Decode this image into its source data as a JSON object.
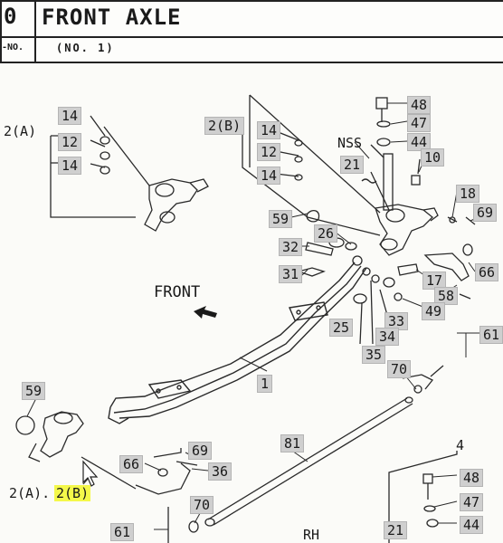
{
  "header": {
    "sheet_number": "0",
    "no_label": "-NO.",
    "title": "FRONT AXLE",
    "subtitle": "(NO. 1)"
  },
  "direction_label": "FRONT",
  "callouts": [
    {
      "id": "c-2a-top",
      "text": "2(A)",
      "boxed": false
    },
    {
      "id": "c-14-a",
      "text": "14",
      "boxed": true
    },
    {
      "id": "c-12-a",
      "text": "12",
      "boxed": true
    },
    {
      "id": "c-14-b",
      "text": "14",
      "boxed": true
    },
    {
      "id": "c-2b-top",
      "text": "2(B)",
      "boxed": true
    },
    {
      "id": "c-14-c",
      "text": "14",
      "boxed": true
    },
    {
      "id": "c-12-b",
      "text": "12",
      "boxed": true
    },
    {
      "id": "c-14-d",
      "text": "14",
      "boxed": true
    },
    {
      "id": "c-48-top",
      "text": "48",
      "boxed": true
    },
    {
      "id": "c-47-top",
      "text": "47",
      "boxed": true
    },
    {
      "id": "c-44-top",
      "text": "44",
      "boxed": true
    },
    {
      "id": "c-nss",
      "text": "NSS",
      "boxed": false
    },
    {
      "id": "c-21-top",
      "text": "21",
      "boxed": true
    },
    {
      "id": "c-10",
      "text": "10",
      "boxed": true
    },
    {
      "id": "c-18",
      "text": "18",
      "boxed": true
    },
    {
      "id": "c-69-right",
      "text": "69",
      "boxed": true
    },
    {
      "id": "c-59-top",
      "text": "59",
      "boxed": true
    },
    {
      "id": "c-26",
      "text": "26",
      "boxed": true
    },
    {
      "id": "c-32",
      "text": "32",
      "boxed": true
    },
    {
      "id": "c-31",
      "text": "31",
      "boxed": true
    },
    {
      "id": "c-17",
      "text": "17",
      "boxed": true
    },
    {
      "id": "c-66-right",
      "text": "66",
      "boxed": true
    },
    {
      "id": "c-58",
      "text": "58",
      "boxed": true
    },
    {
      "id": "c-49",
      "text": "49",
      "boxed": true
    },
    {
      "id": "c-33",
      "text": "33",
      "boxed": true
    },
    {
      "id": "c-34",
      "text": "34",
      "boxed": true
    },
    {
      "id": "c-25",
      "text": "25",
      "boxed": true
    },
    {
      "id": "c-35",
      "text": "35",
      "boxed": true
    },
    {
      "id": "c-61-right",
      "text": "61",
      "boxed": true
    },
    {
      "id": "c-70-right",
      "text": "70",
      "boxed": true
    },
    {
      "id": "c-1",
      "text": "1",
      "boxed": true
    },
    {
      "id": "c-59-left",
      "text": "59",
      "boxed": true
    },
    {
      "id": "c-2a-bottom",
      "text": "2(A).",
      "boxed": false
    },
    {
      "id": "c-2b-bottom",
      "text": "2(B)",
      "highlight": true
    },
    {
      "id": "c-69-bottom",
      "text": "69",
      "boxed": true
    },
    {
      "id": "c-66-bottom",
      "text": "66",
      "boxed": true
    },
    {
      "id": "c-36",
      "text": "36",
      "boxed": true
    },
    {
      "id": "c-81",
      "text": "81",
      "boxed": true
    },
    {
      "id": "c-4",
      "text": "4",
      "boxed": false
    },
    {
      "id": "c-48-bottom",
      "text": "48",
      "boxed": true
    },
    {
      "id": "c-47-bottom",
      "text": "47",
      "boxed": true
    },
    {
      "id": "c-44-bottom",
      "text": "44",
      "boxed": true
    },
    {
      "id": "c-70-bottom",
      "text": "70",
      "boxed": true
    },
    {
      "id": "c-61-bottom",
      "text": "61",
      "boxed": true
    },
    {
      "id": "c-rh",
      "text": "RH",
      "boxed": false
    },
    {
      "id": "c-21-bottom",
      "text": "21",
      "boxed": true
    }
  ],
  "colors": {
    "callout_box": "#cfcfcf",
    "highlight": "#f4f84a",
    "line": "#2a2a2a"
  }
}
